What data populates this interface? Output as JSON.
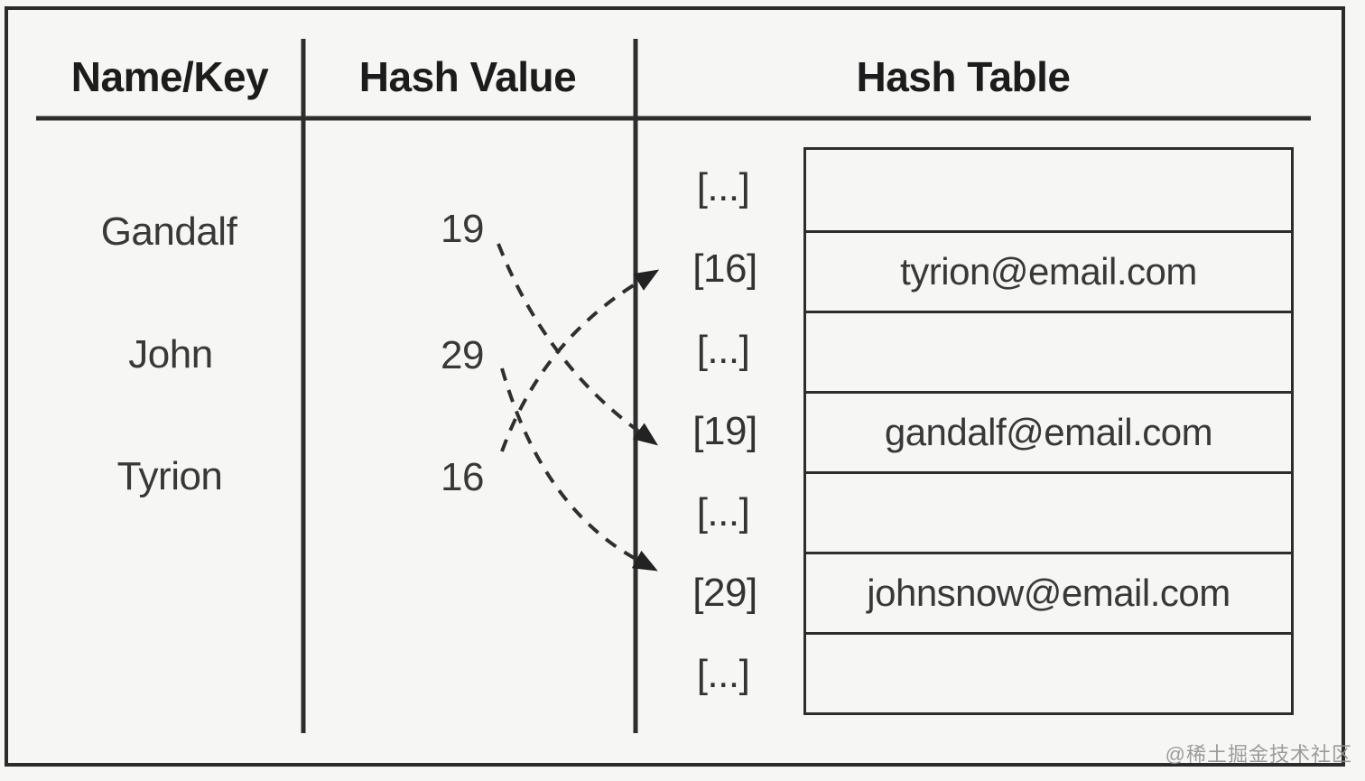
{
  "diagram": {
    "title_columns": [
      {
        "header": "Name/Key"
      },
      {
        "header": "Hash Value"
      },
      {
        "header": "Hash Table"
      }
    ],
    "entries": [
      {
        "name": "Gandalf",
        "hash": "19"
      },
      {
        "name": "John",
        "hash": "29"
      },
      {
        "name": "Tyrion",
        "hash": "16"
      }
    ],
    "slots": [
      {
        "index": "[...]",
        "value": ""
      },
      {
        "index": "[16]",
        "value": "tyrion@email.com"
      },
      {
        "index": "[...]",
        "value": ""
      },
      {
        "index": "[19]",
        "value": "gandalf@email.com"
      },
      {
        "index": "[...]",
        "value": ""
      },
      {
        "index": "[29]",
        "value": "johnsnow@email.com"
      },
      {
        "index": "[...]",
        "value": ""
      }
    ],
    "links": [
      {
        "from_hash": "19",
        "to_slot": "[19]"
      },
      {
        "from_hash": "29",
        "to_slot": "[29]"
      },
      {
        "from_hash": "16",
        "to_slot": "[16]"
      }
    ],
    "watermark": "@稀土掘金技术社区",
    "colors": {
      "line": "#2d2d2d",
      "header_text": "#1c1c1c",
      "body_text": "#383838",
      "watermark": "#919191",
      "background": "#f6f6f5"
    }
  }
}
